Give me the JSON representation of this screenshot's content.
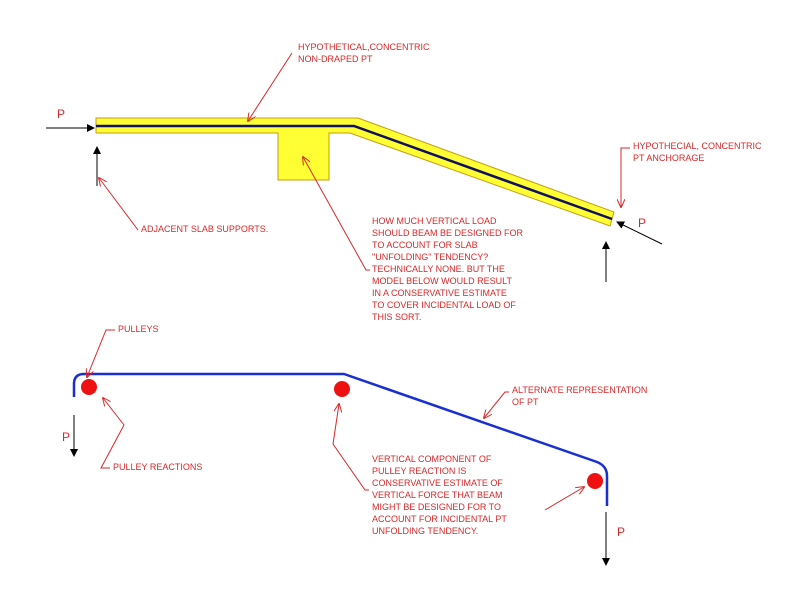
{
  "labels": {
    "hypothetical_pt": [
      "HYPOTHETICAL,CONCENTRIC",
      "NON-DRAPED PT"
    ],
    "p_left": "P",
    "adjacent_supports": "ADJACENT SLAB SUPPORTS.",
    "anchorage": [
      "HYPOTHECIAL, CONCENTRIC",
      "PT ANCHORAGE"
    ],
    "p_right": "P",
    "question": [
      "HOW MUCH VERTICAL LOAD",
      "SHOULD BEAM BE DESIGNED FOR",
      "TO ACCOUNT FOR SLAB",
      "\"UNFOLDING\" TENDENCY?",
      "TECHNICALLY NONE.  BUT THE",
      "MODEL BELOW WOULD RESULT",
      "IN A CONSERVATIVE ESTIMATE",
      "TO COVER INCIDENTAL LOAD OF",
      "THIS SORT."
    ],
    "pulleys": "PULLEYS",
    "p_lower_left": "P",
    "pulley_reactions": "PULLEY REACTIONS",
    "alternate": [
      "ALTERNATE REPRESENTATION",
      "OF PT"
    ],
    "vertical_component": [
      "VERTICAL COMPONENT OF",
      "PULLEY REACTION IS",
      "CONSERVATIVE ESTIMATE OF",
      "VERTICAL FORCE THAT BEAM",
      "MIGHT BE DESIGNED FOR TO",
      "ACCOUNT FOR INCIDENTAL PT",
      "UNFOLDING TENDENCY."
    ],
    "p_lower_right": "P"
  },
  "colors": {
    "slab_fill": "#ffff33",
    "slab_outline": "#c99a14",
    "tendon": "#101060",
    "annotation": "#d8282a",
    "pulley": "#ee1111",
    "rope": "#1a2fd0",
    "arrow": "#000000"
  }
}
